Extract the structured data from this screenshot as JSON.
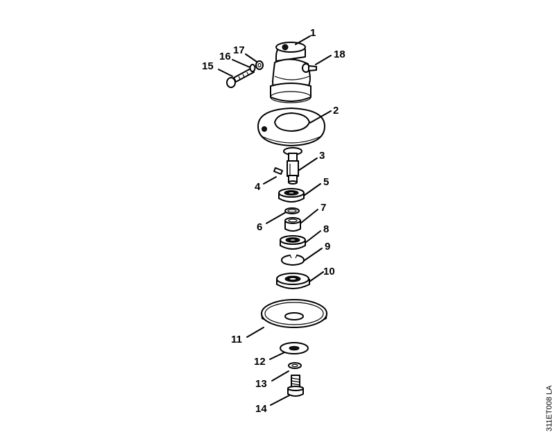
{
  "diagram": {
    "code": "311ET008 LA",
    "callouts": [
      {
        "id": "p1",
        "label": "1"
      },
      {
        "id": "p2",
        "label": "2"
      },
      {
        "id": "p3",
        "label": "3"
      },
      {
        "id": "p4",
        "label": "4"
      },
      {
        "id": "p5",
        "label": "5"
      },
      {
        "id": "p6",
        "label": "6"
      },
      {
        "id": "p7",
        "label": "7"
      },
      {
        "id": "p8",
        "label": "8"
      },
      {
        "id": "p9",
        "label": "9"
      },
      {
        "id": "p10",
        "label": "10"
      },
      {
        "id": "p11",
        "label": "11"
      },
      {
        "id": "p12",
        "label": "12"
      },
      {
        "id": "p13",
        "label": "13"
      },
      {
        "id": "p14",
        "label": "14"
      },
      {
        "id": "p15",
        "label": "15"
      },
      {
        "id": "p16",
        "label": "16"
      },
      {
        "id": "p17",
        "label": "17"
      },
      {
        "id": "p18",
        "label": "18"
      }
    ]
  }
}
